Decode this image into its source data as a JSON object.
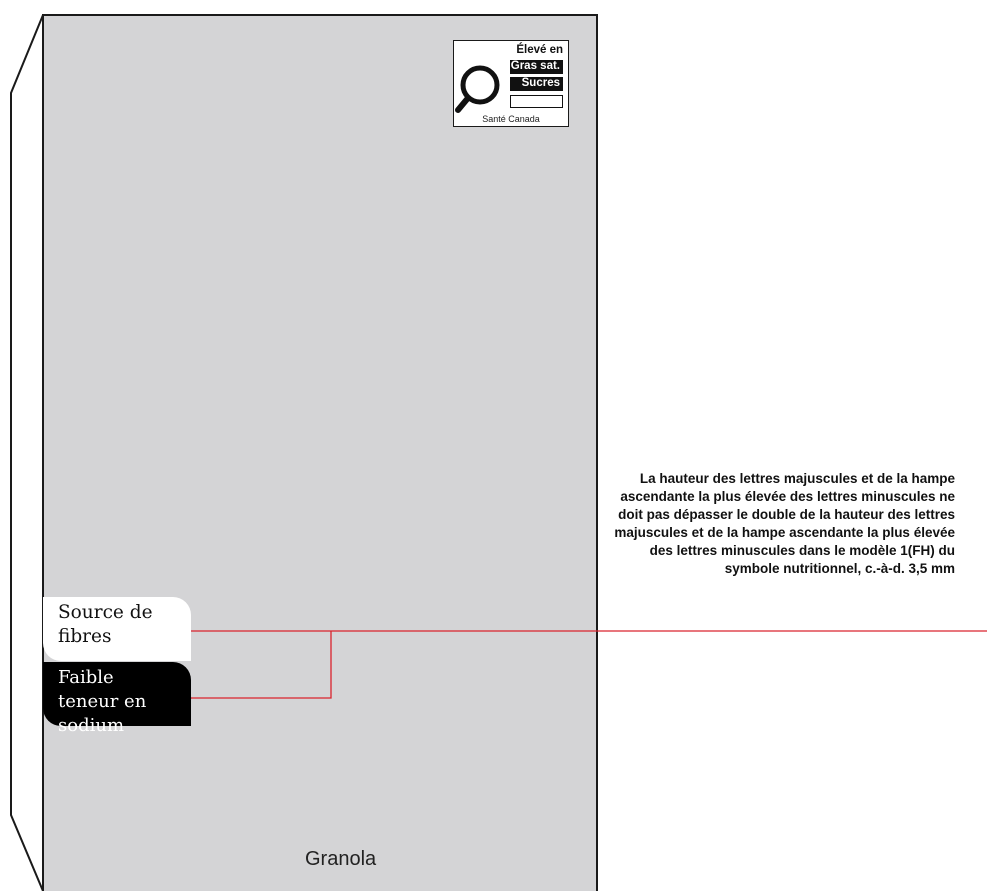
{
  "fop_symbol": {
    "header": "Élevé en",
    "nutrients": [
      "Gras sat.",
      "Sucres"
    ],
    "agency": "Santé Canada",
    "icon": "magnifying-glass-icon"
  },
  "claims": [
    {
      "text": "Source de fibres",
      "style": "white"
    },
    {
      "text": "Faible teneur en sodium",
      "style": "black"
    }
  ],
  "note": "La hauteur des lettres majuscules et de la hampe ascendante la plus élevée des lettres minuscules ne doit pas dépasser le double de la hauteur des lettres majuscules et de la hampe ascendante la plus élevée des lettres minuscules dans le modèle 1(FH) du symbole nutritionnel, c.-à-d. 3,5 mm",
  "product_name": "Granola",
  "colors": {
    "package_front": "#d4d4d6",
    "leader_line": "#d9232d",
    "outline": "#1a1a1a"
  }
}
